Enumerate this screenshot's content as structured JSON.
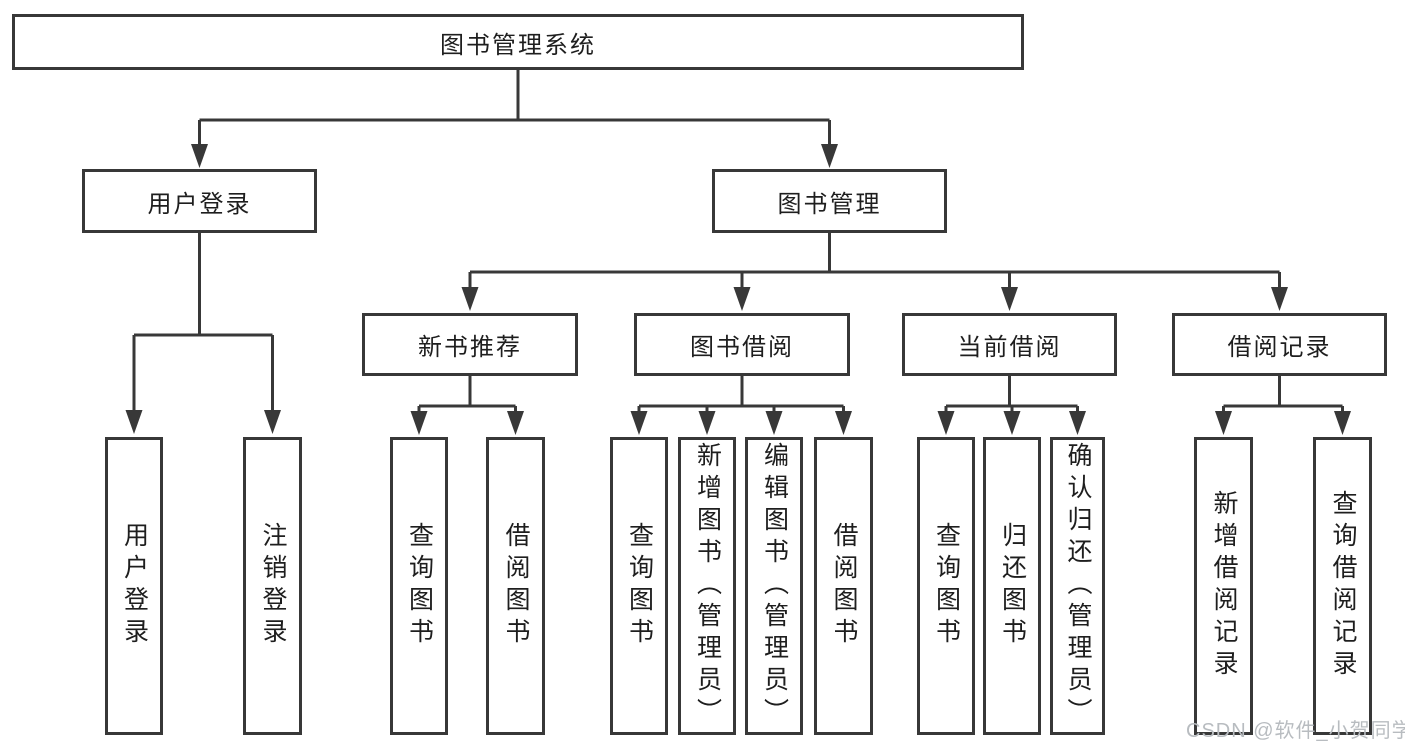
{
  "tree": {
    "label": "图书管理系统",
    "children": [
      {
        "label": "用户登录",
        "leaves": [
          "用户登录",
          "注销登录"
        ]
      },
      {
        "label": "图书管理",
        "children": [
          {
            "label": "新书推荐",
            "leaves": [
              "查询图书",
              "借阅图书"
            ]
          },
          {
            "label": "图书借阅",
            "leaves": [
              "查询图书",
              "新增图书（管理员）",
              "编辑图书（管理员）",
              "借阅图书"
            ]
          },
          {
            "label": "当前借阅",
            "leaves": [
              "查询图书",
              "归还图书",
              "确认归还（管理员）"
            ]
          },
          {
            "label": "借阅记录",
            "leaves": [
              "新增借阅记录",
              "查询借阅记录"
            ]
          }
        ]
      }
    ]
  },
  "watermark": {
    "text": "CSDN @软件_小贺同学"
  },
  "colors": {
    "line": "#383838",
    "box_border": "#383838",
    "text": "#1e1e1e",
    "watermark": "#b8bcc0",
    "background": "#ffffff"
  }
}
